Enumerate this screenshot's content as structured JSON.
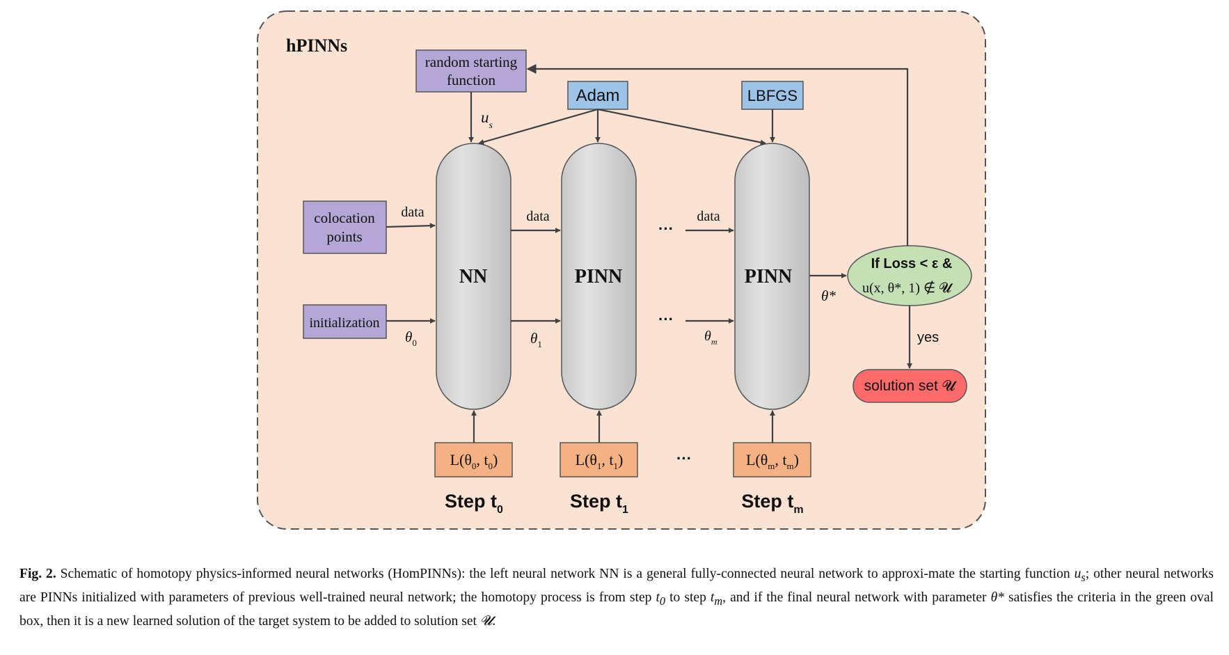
{
  "frame": {
    "title": "hPINNs"
  },
  "inputs": {
    "random_start": {
      "line1": "random starting",
      "line2": "function"
    },
    "colocation": {
      "line1": "colocation",
      "line2": "points"
    },
    "initialization": "initialization"
  },
  "optimizers": {
    "adam": "Adam",
    "lbfgs": "LBFGS"
  },
  "networks": {
    "nn": "NN",
    "pinn1": "PINN",
    "pinn2": "PINN"
  },
  "edge_labels": {
    "us_base": "u",
    "us_sub": "s",
    "data1": "data",
    "data2": "data",
    "data3": "data",
    "theta": "θ",
    "theta0_sub": "0",
    "theta1_sub": "1",
    "thetam_sub": "m",
    "theta_star": "θ*",
    "yes": "yes",
    "ellipsis": "···"
  },
  "losses": {
    "l0": {
      "prefix": "L(θ",
      "sub1": "0",
      "mid": ", t",
      "sub2": "0",
      "suffix": ")"
    },
    "l1": {
      "prefix": "L(θ",
      "sub1": "1",
      "mid": ", t",
      "sub2": "1",
      "suffix": ")"
    },
    "lm": {
      "prefix": "L(θ",
      "sub1": "m",
      "mid": ", t",
      "sub2": "m",
      "suffix": ")"
    }
  },
  "steps": {
    "s0": {
      "label": "Step t",
      "sub": "0"
    },
    "s1": {
      "label": "Step t",
      "sub": "1"
    },
    "sm": {
      "label": "Step t",
      "sub": "m"
    }
  },
  "decision": {
    "line1": "If Loss < ε &",
    "line2": "u(x, θ*, 1) ∉ 𝓤"
  },
  "solution": {
    "label": "solution set 𝓤"
  },
  "caption": {
    "fig": "Fig. 2.",
    "text1": " Schematic of homotopy physics-informed neural networks (HomPINNs): the left neural network NN is a general fully-connected neural network to approxi-mate the starting function ",
    "us": "u",
    "us_sub": "s",
    "text2": "; other neural networks are PINNs initialized with parameters of previous well-trained neural network; the homotopy process is from step ",
    "t0": "t",
    "t0_sub": "0",
    "text3": " to step ",
    "tm": "t",
    "tm_sub": "m",
    "text4": ", and if the final neural network with parameter ",
    "theta_star": "θ*",
    "text5": " satisfies the criteria in the green oval box, then it is a new learned solution of the target system to be added to solution set ",
    "set_symbol": "𝓤",
    "text6": "."
  },
  "colors": {
    "frame_fill": "#FBE3D3",
    "frame_stroke": "#555555",
    "input_box": "#B4A7D6",
    "optimizer_box": "#9DC3E6",
    "network": "#D9D9D9",
    "loss_box": "#F4B183",
    "decision": "#C5E0B4",
    "solution": "#FF6B6B"
  }
}
